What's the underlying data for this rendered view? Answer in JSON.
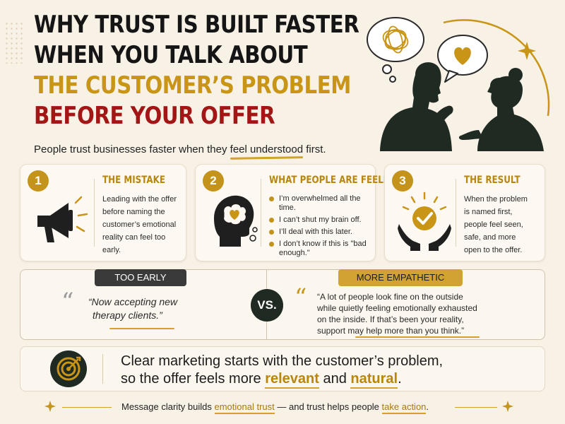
{
  "title": {
    "line1": "WHY TRUST IS BUILT FASTER",
    "line2": "WHEN YOU TALK ABOUT",
    "line3": "THE CUSTOMER’S PROBLEM",
    "line4": "BEFORE YOUR OFFER"
  },
  "subtitle": {
    "before": "People trust businesses faster when they ",
    "highlight": "feel understood",
    "after": " first."
  },
  "cards": [
    {
      "number": "1",
      "title": "THE MISTAKE",
      "lines": [
        "Leading with the offer",
        "before naming the",
        "customer’s emotional",
        "reality can feel too early."
      ],
      "icon": "megaphone-icon"
    },
    {
      "number": "2",
      "title": "WHAT PEOPLE ARE FEELING",
      "items": [
        "I’m overwhelmed all the time.",
        "I can’t shut my brain off.",
        "I’ll deal with this later.",
        "I don’t know if this is \"bad enough.\""
      ],
      "icon": "head-heart-icon"
    },
    {
      "number": "3",
      "title": "THE RESULT",
      "lines": [
        "When the problem",
        "is named first,",
        "people feel seen,",
        "safe, and more",
        "open to the offer."
      ],
      "icon": "hands-check-icon"
    }
  ],
  "compare": {
    "left_tag": "TOO EARLY",
    "left_quote_line1": "“Now accepting new",
    "left_quote_line2": "therapy clients.”",
    "vs": "VS.",
    "right_tag": "MORE EMPATHETIC",
    "right_quote_lines": [
      "“A lot of people look fine on the outside",
      "while quietly feeling emotionally exhausted",
      "on the inside. If that’s been your reality,",
      "support may help more than you think.”"
    ]
  },
  "banner": {
    "line1": "Clear marketing starts with the customer’s problem,",
    "line2_before": "so the offer feels more ",
    "em1": "relevant",
    "mid": " and ",
    "em2": "natural",
    "end": "."
  },
  "footer": {
    "before": "Message clarity builds ",
    "em1": "emotional trust",
    "mid": " — and trust helps people ",
    "em2": "take action",
    "end": "."
  },
  "colors": {
    "gold": "#c4931b",
    "red": "#a21616",
    "dark_green": "#1f2a22",
    "background": "#f8f1e6"
  }
}
